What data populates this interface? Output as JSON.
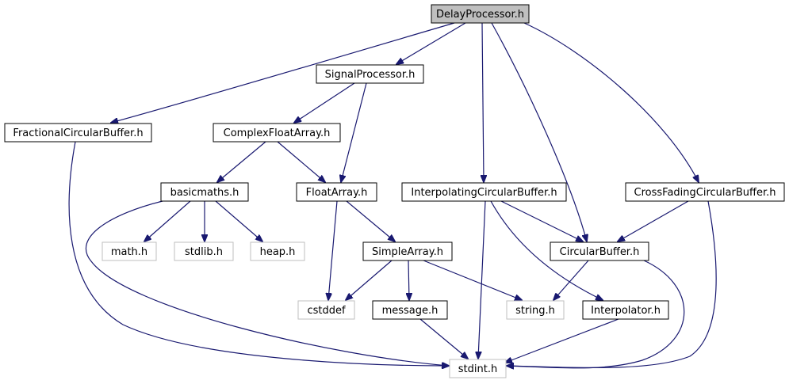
{
  "graph": {
    "colors": {
      "edge": "#191970",
      "node_border": "#000000",
      "external_border": "#bfbfbf",
      "root_fill": "#bfbfbf",
      "node_fill": "#ffffff",
      "text": "#000000"
    },
    "nodes": [
      {
        "id": "delayprocessor",
        "label": "DelayProcessor.h",
        "kind": "root"
      },
      {
        "id": "signalprocessor",
        "label": "SignalProcessor.h",
        "kind": "internal"
      },
      {
        "id": "fractionalcircularbuffer",
        "label": "FractionalCircularBuffer.h",
        "kind": "internal"
      },
      {
        "id": "complexfloatarray",
        "label": "ComplexFloatArray.h",
        "kind": "internal"
      },
      {
        "id": "basicmaths",
        "label": "basicmaths.h",
        "kind": "internal"
      },
      {
        "id": "floatarray",
        "label": "FloatArray.h",
        "kind": "internal"
      },
      {
        "id": "interpolatingcircularbuffer",
        "label": "InterpolatingCircularBuffer.h",
        "kind": "internal"
      },
      {
        "id": "crossfadingcircularbuffer",
        "label": "CrossFadingCircularBuffer.h",
        "kind": "internal"
      },
      {
        "id": "math",
        "label": "math.h",
        "kind": "external"
      },
      {
        "id": "stdlib",
        "label": "stdlib.h",
        "kind": "external"
      },
      {
        "id": "heap",
        "label": "heap.h",
        "kind": "external"
      },
      {
        "id": "simplearray",
        "label": "SimpleArray.h",
        "kind": "internal"
      },
      {
        "id": "circularbuffer",
        "label": "CircularBuffer.h",
        "kind": "internal"
      },
      {
        "id": "cstddef",
        "label": "cstddef",
        "kind": "external"
      },
      {
        "id": "message",
        "label": "message.h",
        "kind": "internal"
      },
      {
        "id": "string",
        "label": "string.h",
        "kind": "external"
      },
      {
        "id": "interpolator",
        "label": "Interpolator.h",
        "kind": "internal"
      },
      {
        "id": "stdint",
        "label": "stdint.h",
        "kind": "external"
      }
    ],
    "edges": [
      {
        "from": "delayprocessor",
        "to": "signalprocessor"
      },
      {
        "from": "delayprocessor",
        "to": "fractionalcircularbuffer"
      },
      {
        "from": "delayprocessor",
        "to": "interpolatingcircularbuffer"
      },
      {
        "from": "delayprocessor",
        "to": "circularbuffer"
      },
      {
        "from": "delayprocessor",
        "to": "crossfadingcircularbuffer"
      },
      {
        "from": "signalprocessor",
        "to": "complexfloatarray"
      },
      {
        "from": "signalprocessor",
        "to": "floatarray"
      },
      {
        "from": "fractionalcircularbuffer",
        "to": "stdint"
      },
      {
        "from": "complexfloatarray",
        "to": "basicmaths"
      },
      {
        "from": "complexfloatarray",
        "to": "floatarray"
      },
      {
        "from": "basicmaths",
        "to": "math"
      },
      {
        "from": "basicmaths",
        "to": "stdlib"
      },
      {
        "from": "basicmaths",
        "to": "heap"
      },
      {
        "from": "basicmaths",
        "to": "stdint"
      },
      {
        "from": "floatarray",
        "to": "simplearray"
      },
      {
        "from": "floatarray",
        "to": "cstddef"
      },
      {
        "from": "simplearray",
        "to": "cstddef"
      },
      {
        "from": "simplearray",
        "to": "message"
      },
      {
        "from": "simplearray",
        "to": "string"
      },
      {
        "from": "message",
        "to": "stdint"
      },
      {
        "from": "interpolatingcircularbuffer",
        "to": "circularbuffer"
      },
      {
        "from": "interpolatingcircularbuffer",
        "to": "interpolator"
      },
      {
        "from": "interpolatingcircularbuffer",
        "to": "stdint"
      },
      {
        "from": "crossfadingcircularbuffer",
        "to": "circularbuffer"
      },
      {
        "from": "crossfadingcircularbuffer",
        "to": "stdint"
      },
      {
        "from": "circularbuffer",
        "to": "string"
      },
      {
        "from": "circularbuffer",
        "to": "stdint"
      },
      {
        "from": "interpolator",
        "to": "stdint"
      }
    ]
  }
}
